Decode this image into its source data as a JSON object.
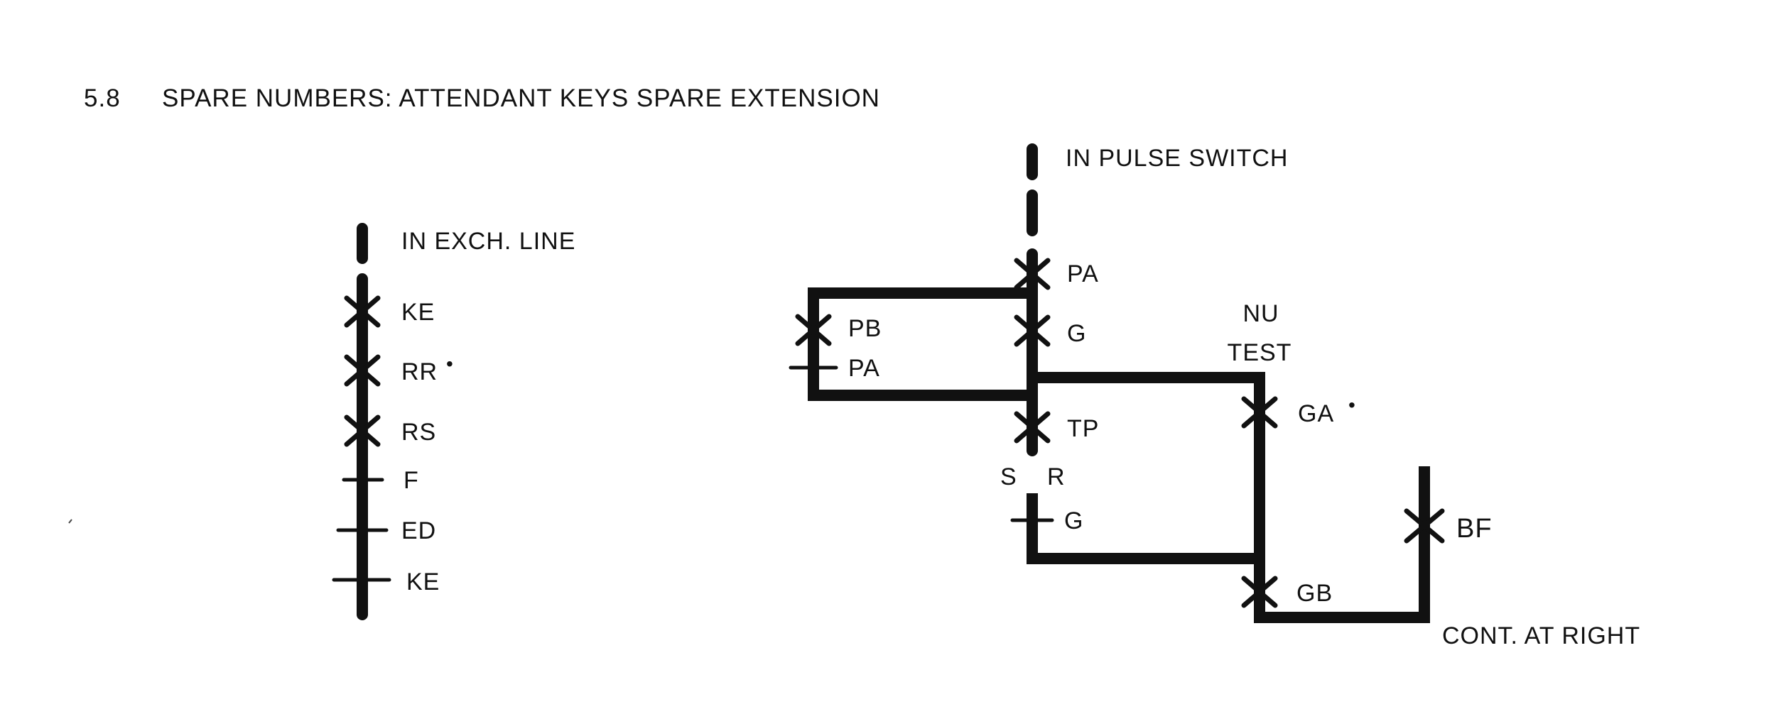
{
  "title": {
    "number": "5.8",
    "text": "SPARE NUMBERS: ATTENDANT KEYS SPARE EXTENSION"
  },
  "left_circuit": {
    "input_label": "IN EXCH. LINE",
    "contacts": [
      {
        "label": "KE",
        "type": "make"
      },
      {
        "label": "RR",
        "type": "make",
        "marked": true
      },
      {
        "label": "RS",
        "type": "make"
      },
      {
        "label": "F",
        "type": "break"
      },
      {
        "label": "ED",
        "type": "break"
      },
      {
        "label": "KE",
        "type": "break"
      }
    ]
  },
  "right_circuit": {
    "input_label": "IN PULSE SWITCH",
    "contacts": {
      "pa_top": "PA",
      "g_top": "G",
      "pb": "PB",
      "pa_side": "PA",
      "tp": "TP",
      "s": "S",
      "r": "R",
      "g_bottom": "G",
      "ga": "GA",
      "gb": "GB",
      "bf": "BF"
    },
    "nu_test_line1": "NU",
    "nu_test_line2": "TEST",
    "output_label": "CONT. AT RIGHT"
  },
  "marker": "•"
}
